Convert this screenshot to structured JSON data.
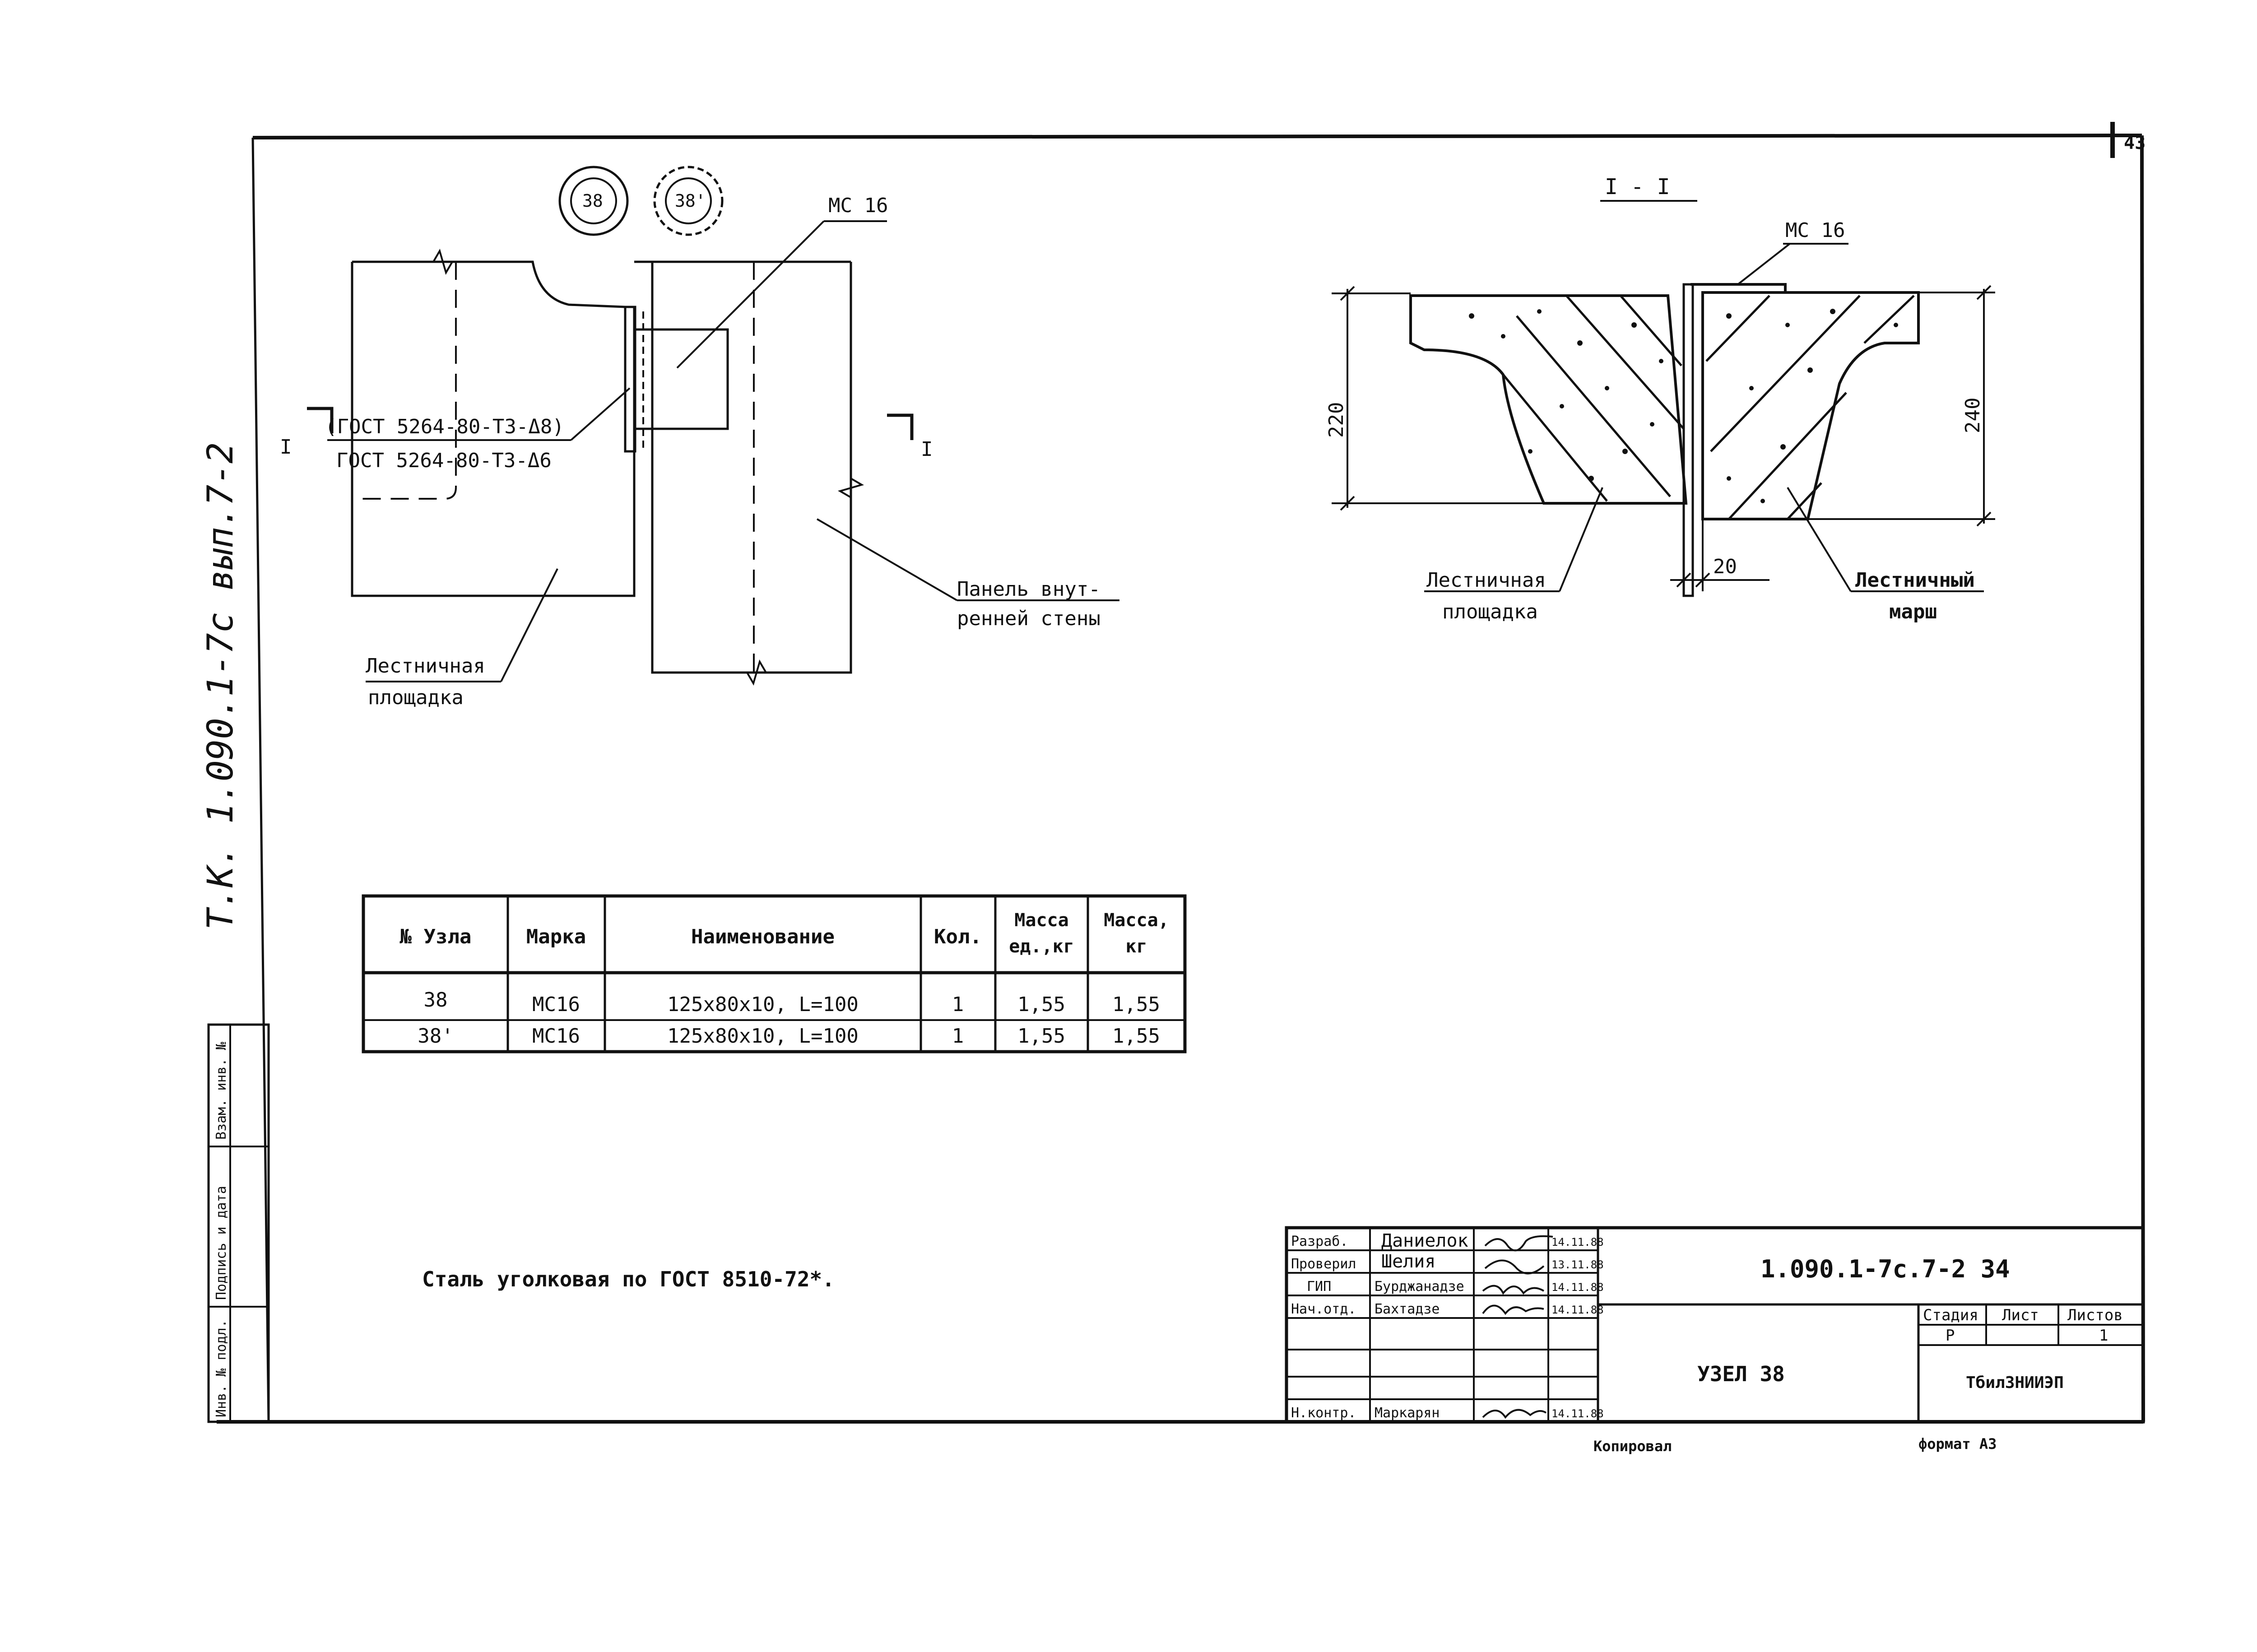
{
  "sheet": {
    "page_number": "43",
    "side_note": "Т.К. 1.090.1-7с вып.7-2"
  },
  "plan": {
    "node_marks": [
      "38",
      "38'"
    ],
    "plate_label": "МС 16",
    "section_mark": "I",
    "section_mark_right": "I",
    "weld_top": "(ГОСТ 5264-80-Т3-Δ8)",
    "weld_bottom": "ГОСТ 5264-80-Т3-Δ6",
    "panel_label_1": "Панель внут-",
    "panel_label_2": "ренней стены",
    "landing_label_1": "Лестничная",
    "landing_label_2": "площадка"
  },
  "section": {
    "title": "I - I",
    "plate_label": "МС 16",
    "dim_left": "220",
    "dim_right": "240",
    "dim_gap": "20",
    "landing_label_1": "Лестничная",
    "landing_label_2": "площадка",
    "march_label_1": "Лестничный",
    "march_label_2": "марш"
  },
  "spec_table": {
    "headers": [
      "№ Узла",
      "Марка",
      "Наименование",
      "Кол.",
      "Масса ед.,кг",
      "Масса, кг"
    ],
    "rows": [
      [
        "38",
        "МС16",
        "125х80х10, L=100",
        "1",
        "1,55",
        "1,55"
      ],
      [
        "38'",
        "МС16",
        "125х80х10, L=100",
        "1",
        "1,55",
        "1,55"
      ]
    ]
  },
  "note": "Сталь уголковая по ГОСТ 8510-72*.",
  "stamp_left": [
    "Инв. № подл.",
    "Подпись и дата",
    "Взам. инв. №"
  ],
  "title_block": {
    "roles": [
      "Разраб.",
      "Проверил",
      "ГИП",
      "Нач.отд.",
      "",
      "",
      "Н.контр."
    ],
    "names": [
      "Даниелок",
      "Шелия",
      "Бурджанадзе",
      "Бахтадзе",
      "",
      "",
      "Маркарян"
    ],
    "dates": [
      "14.11.88",
      "13.11.88",
      "14.11.88",
      "14.11.88",
      "",
      "",
      "14.11.88"
    ],
    "document_code": "1.090.1-7с.7-2 34",
    "drawing_title": "УЗЕЛ 38",
    "stage_header": "Стадия",
    "sheet_header": "Лист",
    "sheets_header": "Листов",
    "stage_value": "Р",
    "sheet_value": "",
    "sheets_value": "1",
    "organization": "ТбилЗНИИЭП"
  },
  "footer": {
    "copied": "Копировал",
    "format": "формат А3"
  }
}
